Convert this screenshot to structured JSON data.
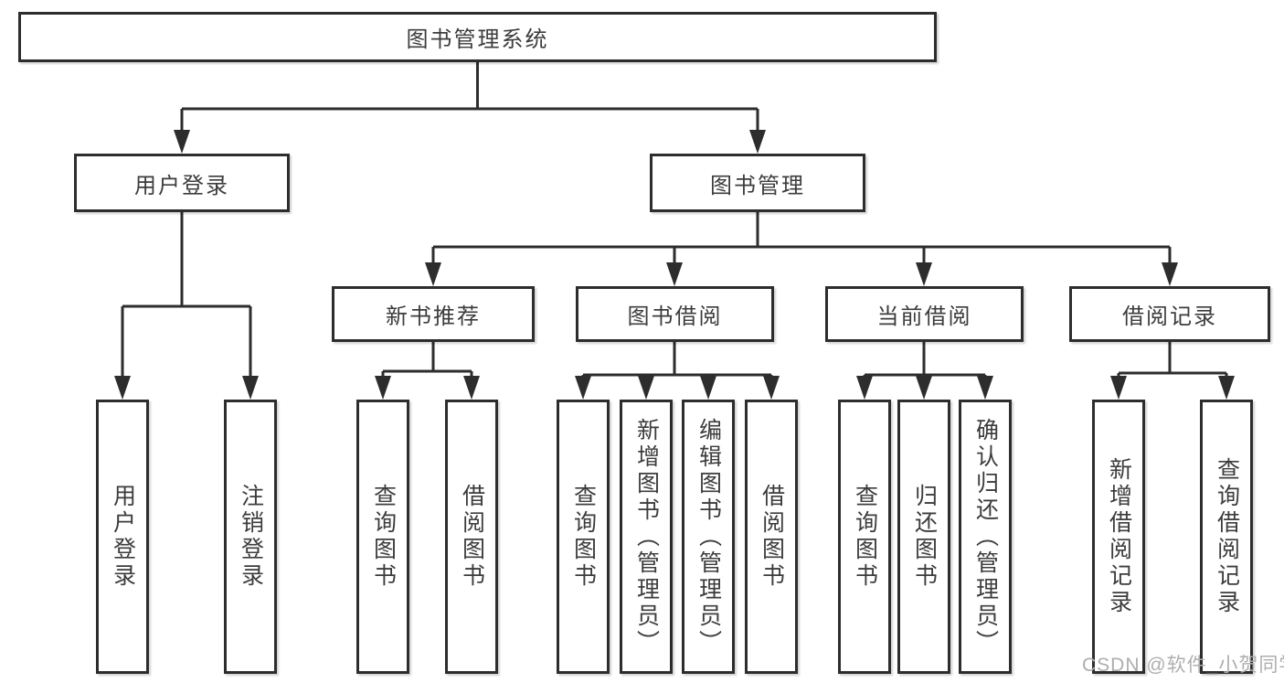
{
  "diagram": {
    "root": {
      "label": "图书管理系统"
    },
    "level2": [
      {
        "label": "用户登录"
      },
      {
        "label": "图书管理"
      }
    ],
    "level3": [
      {
        "label": "新书推荐"
      },
      {
        "label": "图书借阅"
      },
      {
        "label": "当前借阅"
      },
      {
        "label": "借阅记录"
      }
    ],
    "leaves": [
      {
        "label": "用户登录"
      },
      {
        "label": "注销登录"
      },
      {
        "label": "查询图书"
      },
      {
        "label": "借阅图书"
      },
      {
        "label": "查询图书"
      },
      {
        "label": "新增图书（管理员）"
      },
      {
        "label": "编辑图书（管理员）"
      },
      {
        "label": "借阅图书"
      },
      {
        "label": "查询图书"
      },
      {
        "label": "归还图书"
      },
      {
        "label": "确认归还（管理员）"
      },
      {
        "label": "新增借阅记录"
      },
      {
        "label": "查询借阅记录"
      }
    ]
  },
  "watermark": {
    "text": "CSDN @软件_小贺同学"
  },
  "colors": {
    "border": "#2d2d2d",
    "text": "#3c3c3c",
    "watermark": "#aeaeae",
    "background": "#ffffff"
  }
}
